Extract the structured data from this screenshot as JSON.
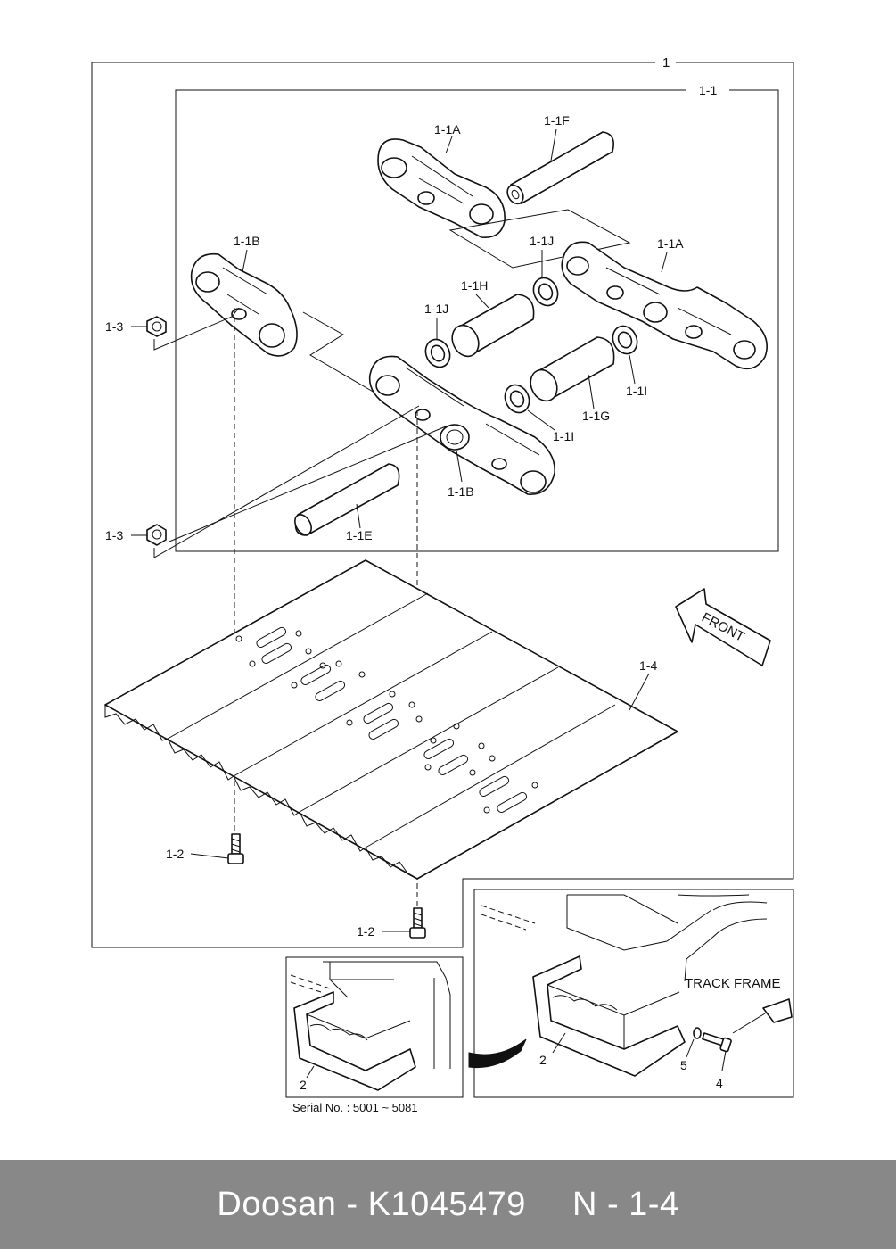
{
  "diagram": {
    "labels": {
      "assembly": "1",
      "link_assembly": "1-1",
      "link_a_top": "1-1A",
      "link_a_right": "1-1A",
      "link_b_left": "1-1B",
      "link_b_center": "1-1B",
      "pin_f": "1-1F",
      "bushing_h": "1-1H",
      "bushing_g": "1-1G",
      "pin_e": "1-1E",
      "seal_j_upper": "1-1J",
      "seal_j_left": "1-1J",
      "seal_i_right": "1-1I",
      "seal_i_center": "1-1I",
      "nut_upper": "1-3",
      "nut_lower": "1-3",
      "shoe": "1-4",
      "bolt_left": "1-2",
      "bolt_bottom": "1-2",
      "step_left": "2",
      "step_right": "2",
      "bolt_step": "4",
      "washer_step": "5",
      "track_frame": "TRACK FRAME",
      "front": "FRONT",
      "serial": "Serial No. : 5001 ~ 5081"
    }
  },
  "footer": {
    "brand": "Doosan",
    "separator": " - ",
    "part_number": "K1045479",
    "page_ref": "N - 1-4"
  }
}
